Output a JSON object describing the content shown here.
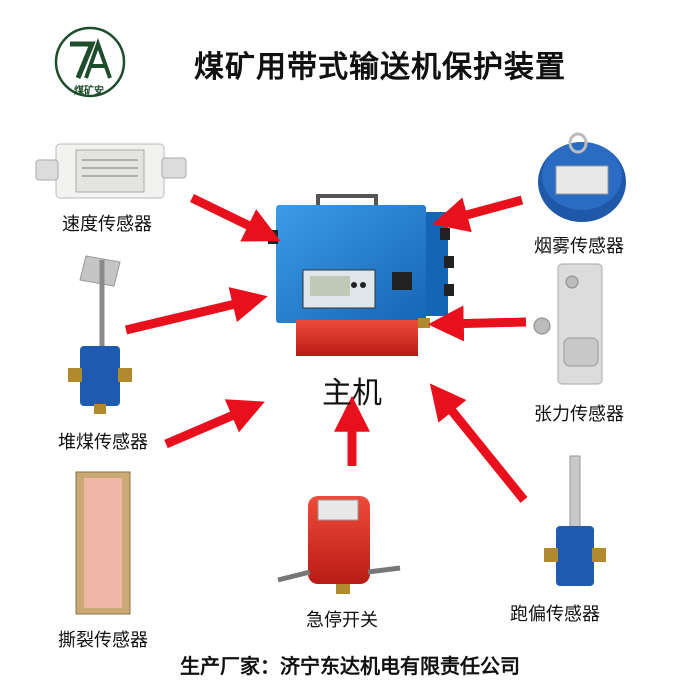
{
  "logo": {
    "name": "logo-icon",
    "text": "煤矿安"
  },
  "title": "煤矿用带式输送机保护装置",
  "main_unit": {
    "label": "主机",
    "icon": "control-box-icon"
  },
  "sensors": {
    "speed": {
      "label": "速度传感器",
      "icon": "speed-sensor-icon"
    },
    "smoke": {
      "label": "烟雾传感器",
      "icon": "smoke-sensor-icon"
    },
    "coal_pile": {
      "label": "堆煤传感器",
      "icon": "coal-pile-sensor-icon"
    },
    "tension": {
      "label": "张力传感器",
      "icon": "tension-sensor-icon"
    },
    "tear": {
      "label": "撕裂传感器",
      "icon": "tear-sensor-icon"
    },
    "emergency_stop": {
      "label": "急停开关",
      "icon": "emergency-stop-icon"
    },
    "deviation": {
      "label": "跑偏传感器",
      "icon": "deviation-sensor-icon"
    }
  },
  "footer": "生产厂家：济宁东达机电有限责任公司",
  "colors": {
    "arrow": "#e8101c",
    "device_blue": "#1e7fd0",
    "device_red": "#d8281e"
  }
}
